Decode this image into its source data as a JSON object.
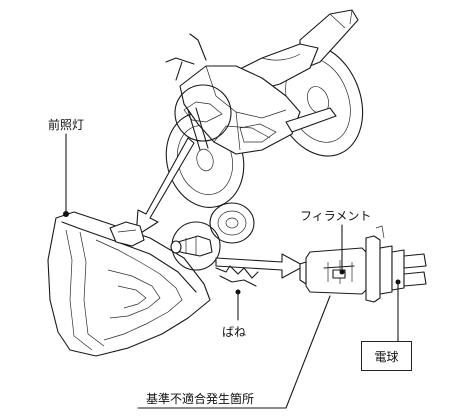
{
  "labels": {
    "headlamp": "前照灯",
    "spring": "ばね",
    "filament": "フィラメント",
    "bulb": "電球",
    "defect_location": "基準不適合発生箇所"
  }
}
